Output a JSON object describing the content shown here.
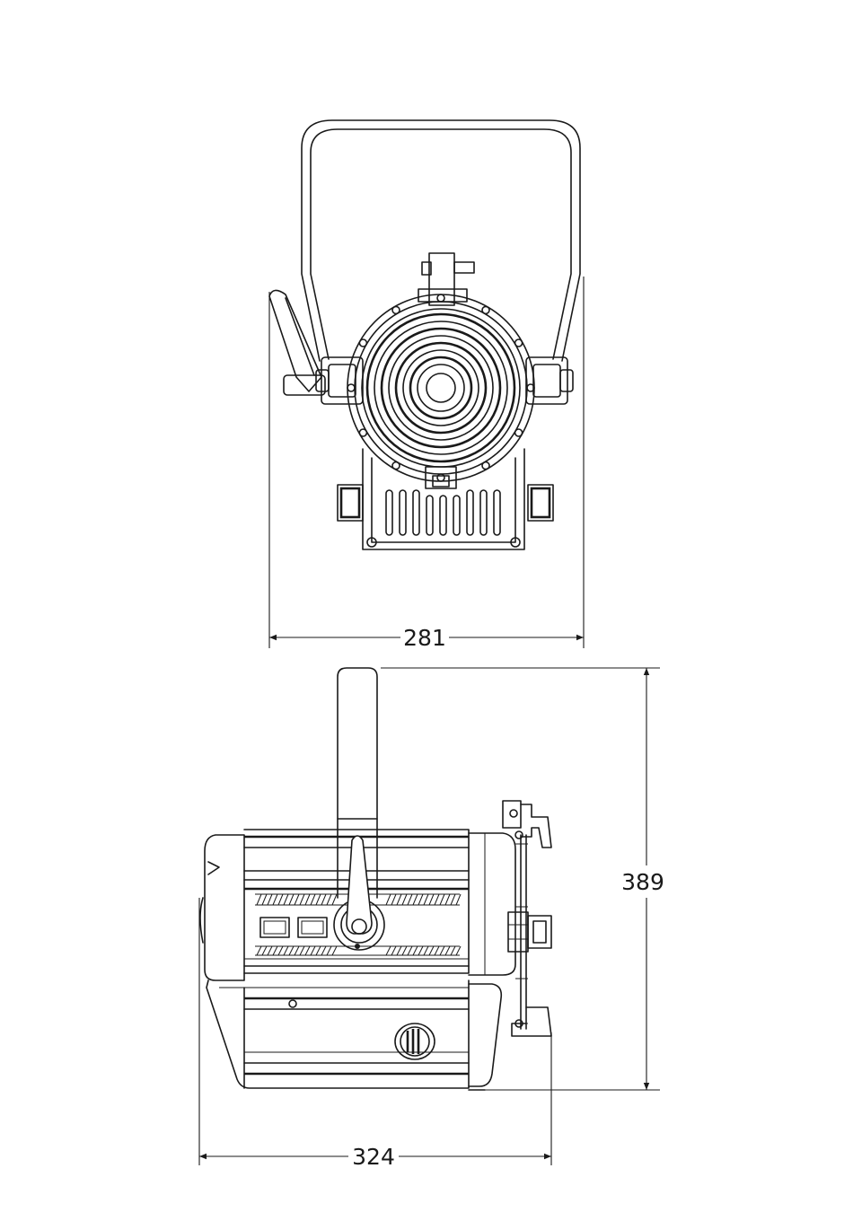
{
  "dimensions": {
    "front_width": "281",
    "side_height": "389",
    "side_width": "324"
  },
  "colors": {
    "line": "#1a1a1a",
    "background": "#ffffff"
  }
}
